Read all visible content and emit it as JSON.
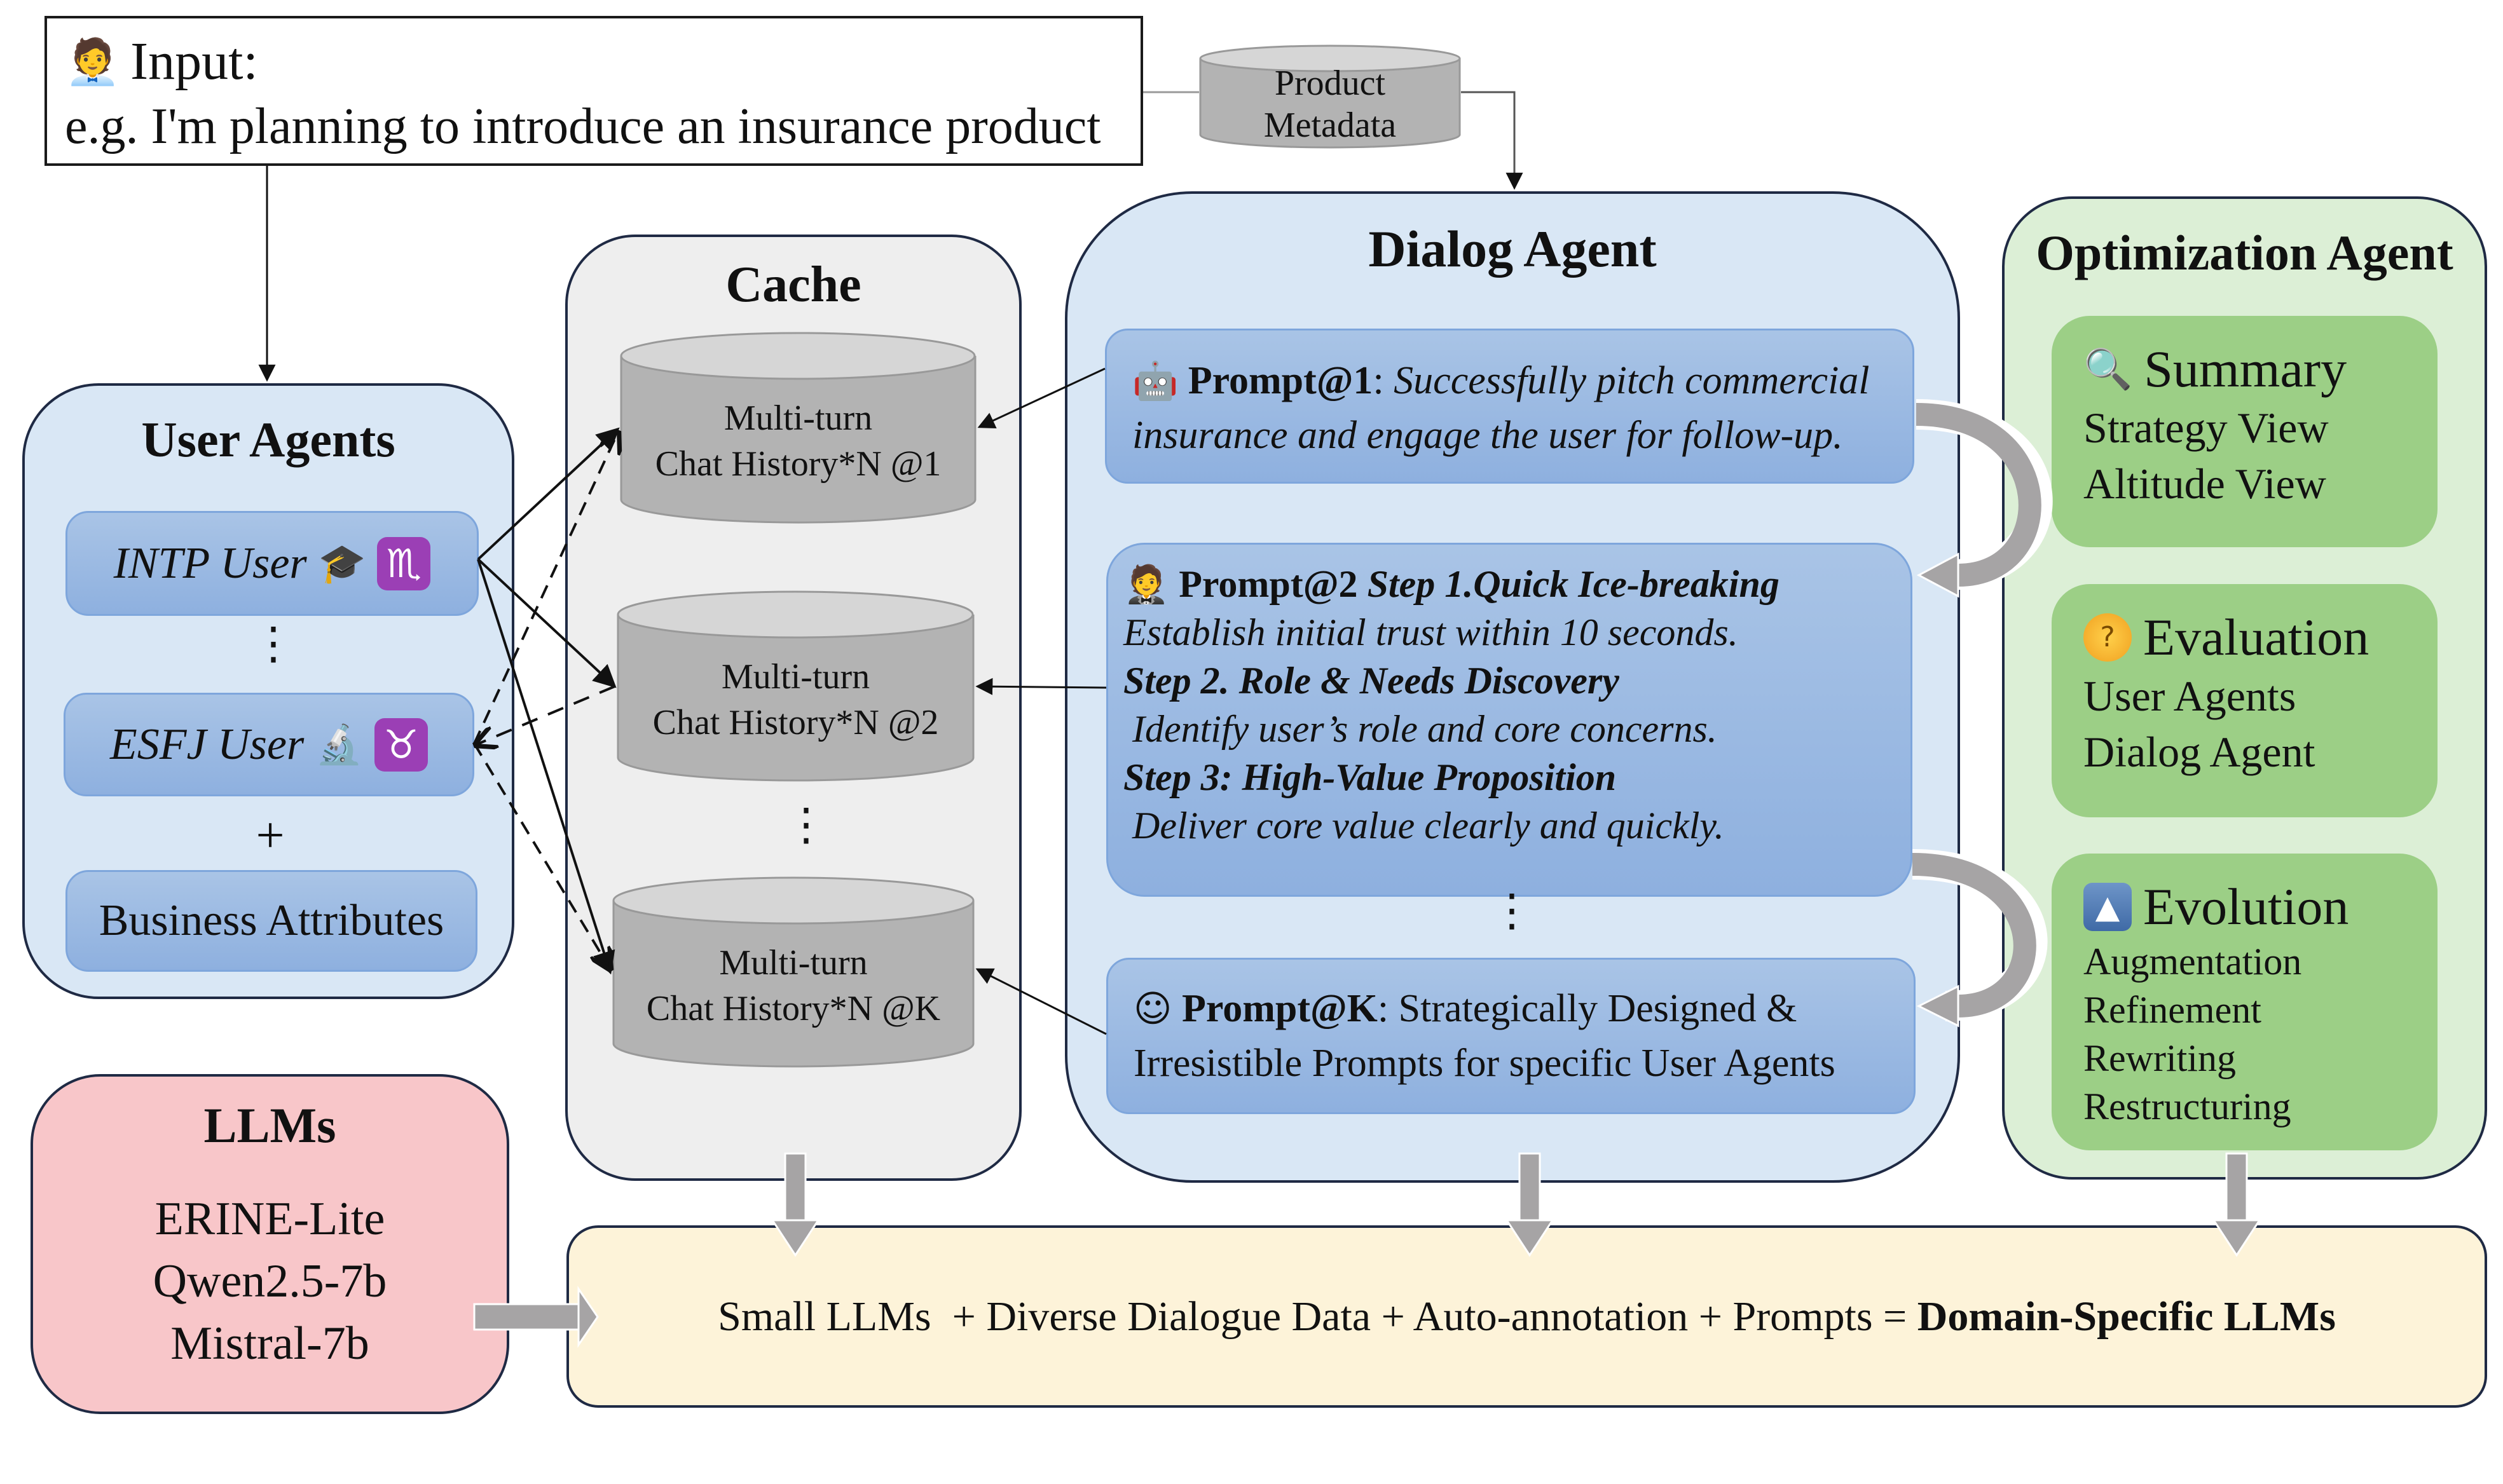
{
  "input": {
    "icon": "man-office-worker-icon",
    "title": "Input:",
    "example": "e.g. I'm planning to introduce an insurance product"
  },
  "product_metadata": {
    "line1": "Product",
    "line2": "Metadata"
  },
  "user_agents": {
    "title": "User Agents",
    "users": [
      {
        "label": "INTP User",
        "persona_icon": "man-student-icon",
        "persona_glyph": "🎓",
        "zodiac_icon": "scorpio-icon",
        "zodiac_glyph": "♏"
      },
      {
        "label": "ESFJ User",
        "persona_icon": "woman-scientist-icon",
        "persona_glyph": "🔬",
        "zodiac_icon": "taurus-icon",
        "zodiac_glyph": "♉"
      }
    ],
    "ellipsis": "⋮",
    "plus": "+",
    "business_attributes": "Business Attributes"
  },
  "cache": {
    "title": "Cache",
    "histories": [
      {
        "line1": "Multi-turn",
        "line2": "Chat History*N @1"
      },
      {
        "line1": "Multi-turn",
        "line2": "Chat History*N @2"
      },
      {
        "line1": "Multi-turn",
        "line2": "Chat History*N @K"
      }
    ],
    "ellipsis": "⋮"
  },
  "dialog_agent": {
    "title": "Dialog Agent",
    "prompt1": {
      "icon": "robot-icon",
      "label": "Prompt@1",
      "colon": ": ",
      "text_line1": "Successfully pitch commercial",
      "text_line2": "insurance and engage the user for follow-up."
    },
    "prompt2": {
      "icon": "man-in-tuxedo-icon",
      "label": "Prompt@2",
      "step1_title": "Step 1.Quick Ice-breaking",
      "step1_text": "Establish initial trust within 10 seconds.",
      "step2_title": "Step 2. Role & Needs Discovery",
      "step2_text": "Identify user’s role and core concerns.",
      "step3_title": "Step 3: High-Value Proposition",
      "step3_text": "Deliver core value clearly and quickly."
    },
    "ellipsis": "⋮",
    "promptK": {
      "icon": "smiling-face-icon",
      "label": "Prompt@K",
      "colon": ": ",
      "text_line1": "Strategically Designed &",
      "text_line2": "Irresistible Prompts for specific User Agents"
    }
  },
  "optimization_agent": {
    "title": "Optimization Agent",
    "summary": {
      "icon": "magnifying-glass-icon",
      "glyph": "🔍",
      "title": "Summary",
      "items": [
        "Strategy View",
        "Altitude View"
      ]
    },
    "evaluation": {
      "icon": "thinking-face-icon",
      "glyph": "?",
      "title": "Evaluation",
      "items": [
        "User Agents",
        "Dialog Agent"
      ]
    },
    "evolution": {
      "icon": "fast-up-button-icon",
      "glyph": "⏫",
      "title": "Evolution",
      "items": [
        "Augmentation",
        "Refinement",
        "Rewriting",
        "Restructuring"
      ]
    }
  },
  "llms": {
    "title": "LLMs",
    "models": [
      "ERINE-Lite",
      "Qwen2.5-7b",
      "Mistral-7b"
    ]
  },
  "result": {
    "formula": "Small LLMs  + Diverse Dialogue Data + Auto-annotation + Prompts = ",
    "outcome": "Domain-Specific LLMs"
  },
  "colors": {
    "user_panel": "#d9e7f5",
    "cache_panel": "#eeeeee",
    "dialog_panel": "#d9e7f5",
    "optimization_panel": "#dcefd6",
    "green_box": "#9ccf86",
    "llms_panel": "#f8c6c9",
    "result_bar": "#fdf3d9",
    "blue_box": "#a9c4e6",
    "cylinder": "#b3b3b3",
    "arrow_gray": "#a6a4a5"
  }
}
